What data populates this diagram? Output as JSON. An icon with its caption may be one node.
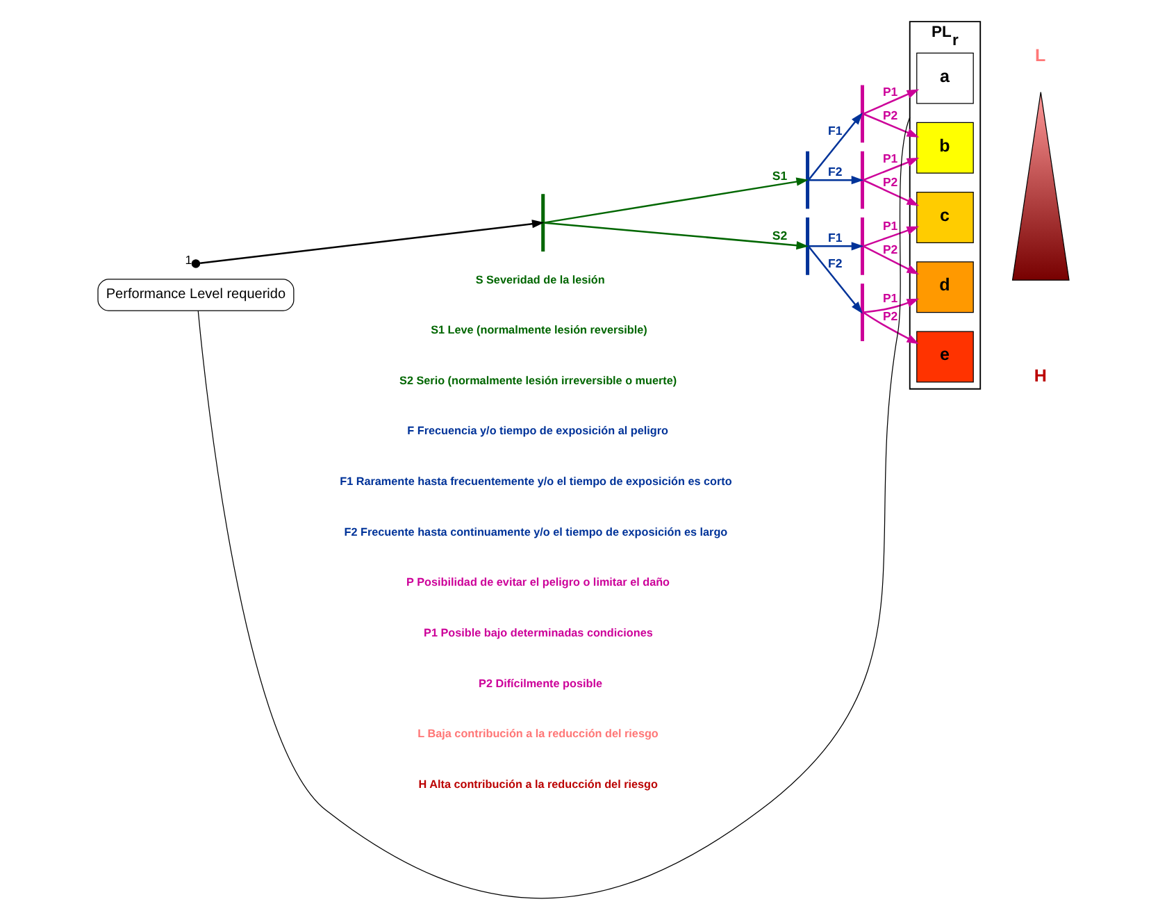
{
  "diagram": {
    "nodes": [
      {
        "text": [],
        "shape": "circle",
        "beside": [
          "1"
        ]
      },
      {
        "text": [],
        "shape": "bar"
      },
      {
        "text": [],
        "shape": "bar"
      },
      {
        "text": [],
        "shape": "bar"
      },
      {
        "text": [],
        "shape": "bar"
      },
      {
        "text": [],
        "shape": "bar"
      },
      {
        "text": [],
        "shape": "bar"
      },
      {
        "text": [],
        "shape": "bar"
      },
      {
        "text": [
          "PL$_{r}$"
        ]
      },
      {
        "text": [
          "a"
        ],
        "in": 8
      },
      {
        "text": [
          "b"
        ],
        "in": 8
      },
      {
        "text": [
          "c"
        ],
        "in": 8
      },
      {
        "text": [
          "d"
        ],
        "in": 8
      },
      {
        "text": [
          "e"
        ],
        "in": 8
      },
      {
        "text": [
          "Performance Level requerido"
        ]
      },
      {
        "text": [],
        "shape": "triangle"
      }
    ],
    "edges": [
      {
        "from": 0,
        "to": 1,
        "arrow": "to",
        "color": "#000000"
      },
      {
        "from": 1,
        "to": 2,
        "label": "S1",
        "arrow": "to",
        "color": "#006600"
      },
      {
        "from": 1,
        "to": 3,
        "label": "S2",
        "arrow": "to",
        "color": "#006600"
      },
      {
        "from": 2,
        "to": 4,
        "label": "F1",
        "arrow": "to",
        "color": "#003399"
      },
      {
        "from": 2,
        "to": 5,
        "label": "F2",
        "arrow": "to",
        "color": "#003399"
      },
      {
        "from": 3,
        "to": 6,
        "label": "F1",
        "arrow": "to",
        "color": "#003399"
      },
      {
        "from": 3,
        "to": 7,
        "label": "F2",
        "arrow": "to",
        "color": "#003399"
      },
      {
        "from": 4,
        "to": 9,
        "label": "P1",
        "arrow": "to",
        "color": "#cc0099"
      },
      {
        "from": 4,
        "to": 10,
        "label": "P2",
        "arrow": "to",
        "color": "#cc0099"
      },
      {
        "from": 5,
        "to": 10,
        "label": "P1",
        "arrow": "to",
        "color": "#cc0099"
      },
      {
        "from": 5,
        "to": 11,
        "label": "P2",
        "arrow": "to",
        "color": "#cc0099"
      },
      {
        "from": 6,
        "to": 11,
        "label": "P1",
        "arrow": "to",
        "color": "#cc0099"
      },
      {
        "from": 6,
        "to": 12,
        "label": "P2",
        "arrow": "to",
        "color": "#cc0099"
      },
      {
        "from": 7,
        "to": 12,
        "label": "P1",
        "arrow": "to",
        "color": "#cc0099"
      },
      {
        "from": 7,
        "to": 13,
        "label": "P2",
        "arrow": "to",
        "color": "#cc0099"
      },
      {
        "from": 14,
        "to": 8,
        "arrow": "none",
        "color": "#000000"
      }
    ],
    "labels": [
      "S Severidad de la lesión",
      "S1 Leve (normalmente lesión reversible)",
      "S2 Serio (normalmente lesión irreversible o muerte)",
      "F Frecuencia y/o tiempo de exposición al peligro",
      "F1 Raramente hasta frecuentemente y/o el tiempo de exposición es corto",
      "F2 Frecuente hasta continuamente y/o el tiempo de exposición es largo",
      "P Posibilidad de evitar el peligro o limitar el daño",
      "P1 Posible bajo determinadas condiciones",
      "P2 Difícilmente posible",
      "L Baja contribución a la reducción del riesgo",
      "H Alta contribución a la reducción del riesgo",
      "L",
      "H"
    ]
  }
}
